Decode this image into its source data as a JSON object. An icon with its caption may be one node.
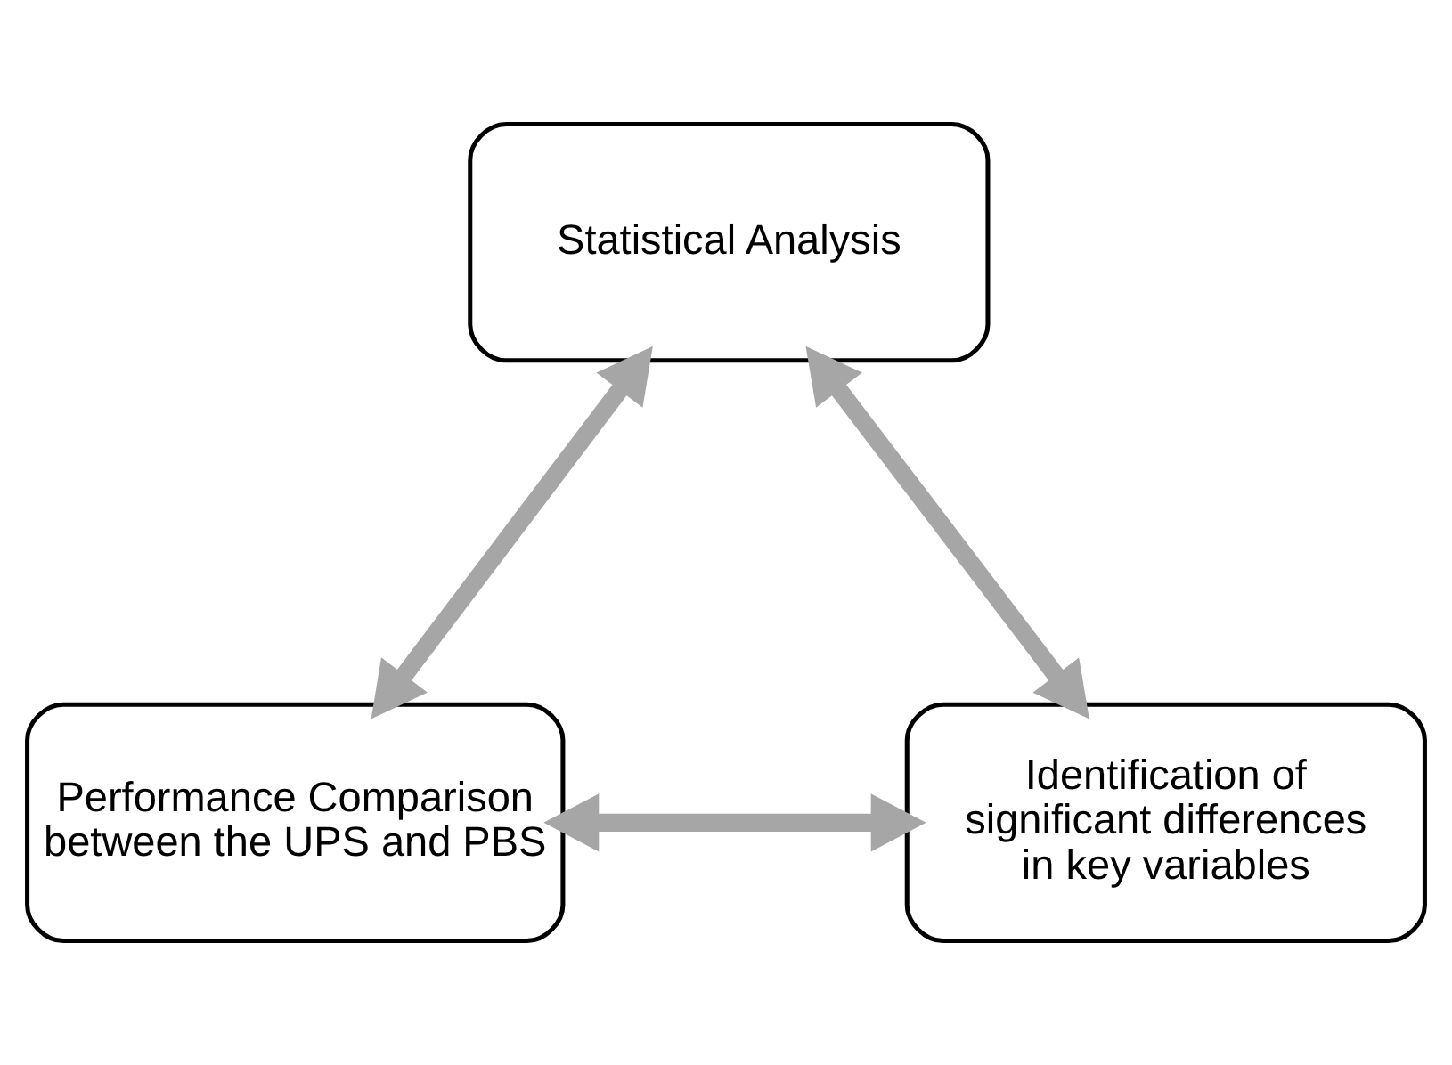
{
  "diagram": {
    "nodes": [
      {
        "text": [
          "Statistical Analysis"
        ]
      },
      {
        "text": [
          "Performance Comparison between the UPS and PBS"
        ]
      },
      {
        "text": [
          "Identification of significant differences in key variables"
        ]
      }
    ],
    "edges": [
      {
        "from": 0,
        "to": 1,
        "arrow": "both"
      },
      {
        "from": 0,
        "to": 2,
        "arrow": "both"
      },
      {
        "from": 1,
        "to": 2,
        "arrow": "both"
      }
    ]
  }
}
